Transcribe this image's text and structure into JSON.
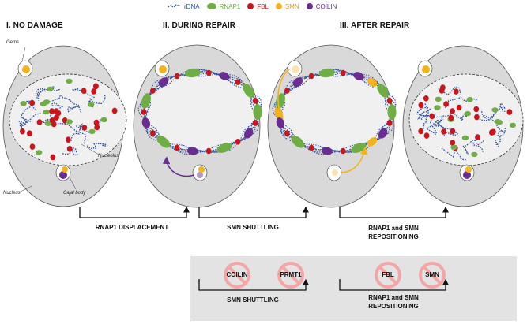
{
  "legend": [
    {
      "label": "rDNA",
      "color": "#2b4f9e",
      "kind": "dashed"
    },
    {
      "label": "RNAP1",
      "color": "#6fae44",
      "kind": "ellipse"
    },
    {
      "label": "FBL",
      "color": "#c9151b",
      "kind": "dot"
    },
    {
      "label": "SMN",
      "color": "#f5b21b",
      "kind": "dot"
    },
    {
      "label": "COILIN",
      "color": "#6a2c91",
      "kind": "dot"
    }
  ],
  "sections": [
    {
      "title": "I. NO DAMAGE"
    },
    {
      "title": "II. DURING REPAIR"
    },
    {
      "title": "III. AFTER REPAIR"
    }
  ],
  "annotations": {
    "gems": "Gems",
    "nucleolus": "Nucleolus",
    "nucleus": "Nucleus",
    "cajal": "Cajal body"
  },
  "steps": [
    {
      "label": "RNAP1 DISPLACEMENT"
    },
    {
      "label": "SMN SHUTTLING"
    },
    {
      "label": "RNAP1 and SMN\nREPOSITIONING"
    }
  ],
  "inhibition": {
    "inhibitors": [
      "COILIN",
      "PRMT1",
      "FBL",
      "SMN"
    ],
    "steps": [
      "SMN SHUTTLING",
      "RNAP1 and SMN\nREPOSITIONING"
    ],
    "no_symbol_color": "#f3a6a6"
  },
  "colors": {
    "nucleus": "#d9d9d9",
    "nucleolus": "#f0f0f0",
    "rdna": "#2b4f9e",
    "rnap1": "#6fae44",
    "fbl": "#c9151b",
    "smn": "#f5b21b",
    "coilin": "#6a2c91"
  }
}
